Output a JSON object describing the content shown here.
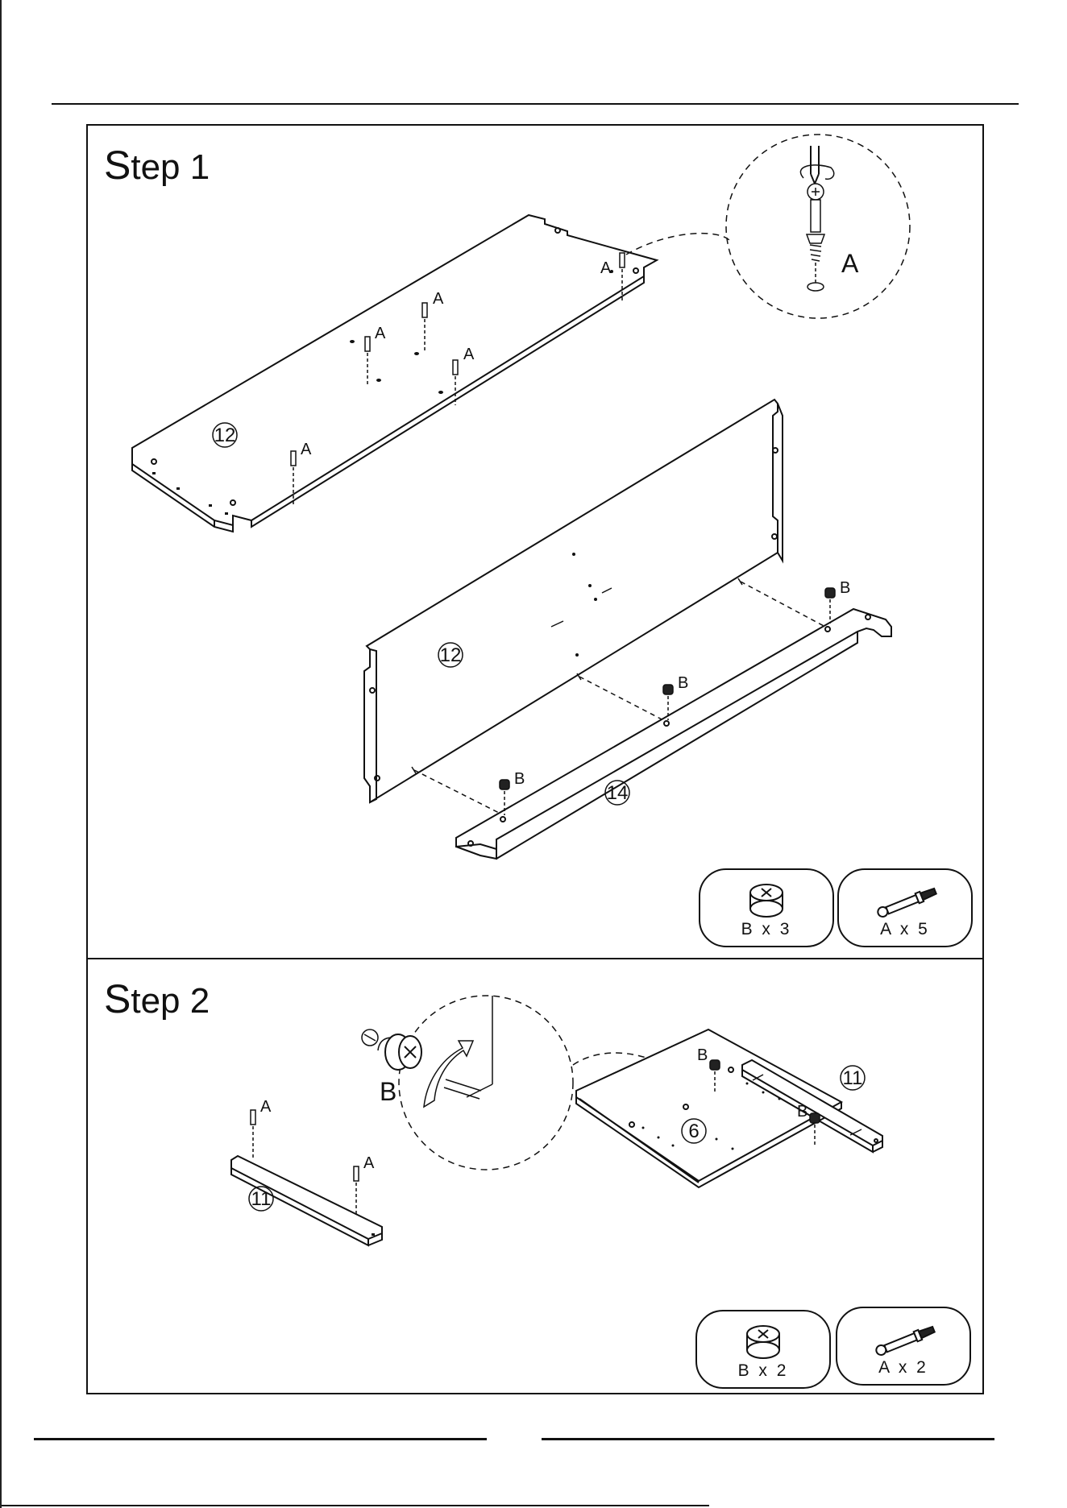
{
  "steps": [
    {
      "title_first": "S",
      "title_rest": "tep 1",
      "callout_label": "A",
      "part_labels": [
        "12",
        "12",
        "14"
      ],
      "hardware_markers": [
        "A",
        "A",
        "A",
        "A",
        "A",
        "B",
        "B",
        "B"
      ],
      "hardware": [
        {
          "name": "B",
          "count_label": "B x 3"
        },
        {
          "name": "A",
          "count_label": "A x 5"
        }
      ]
    },
    {
      "title_first": "S",
      "title_rest": "tep 2",
      "callout_label": "B",
      "part_labels": [
        "11",
        "6",
        "11"
      ],
      "hardware_markers": [
        "A",
        "A",
        "B",
        "B"
      ],
      "hardware": [
        {
          "name": "B",
          "count_label": "B x 2"
        },
        {
          "name": "A",
          "count_label": "A x 2"
        }
      ]
    }
  ]
}
